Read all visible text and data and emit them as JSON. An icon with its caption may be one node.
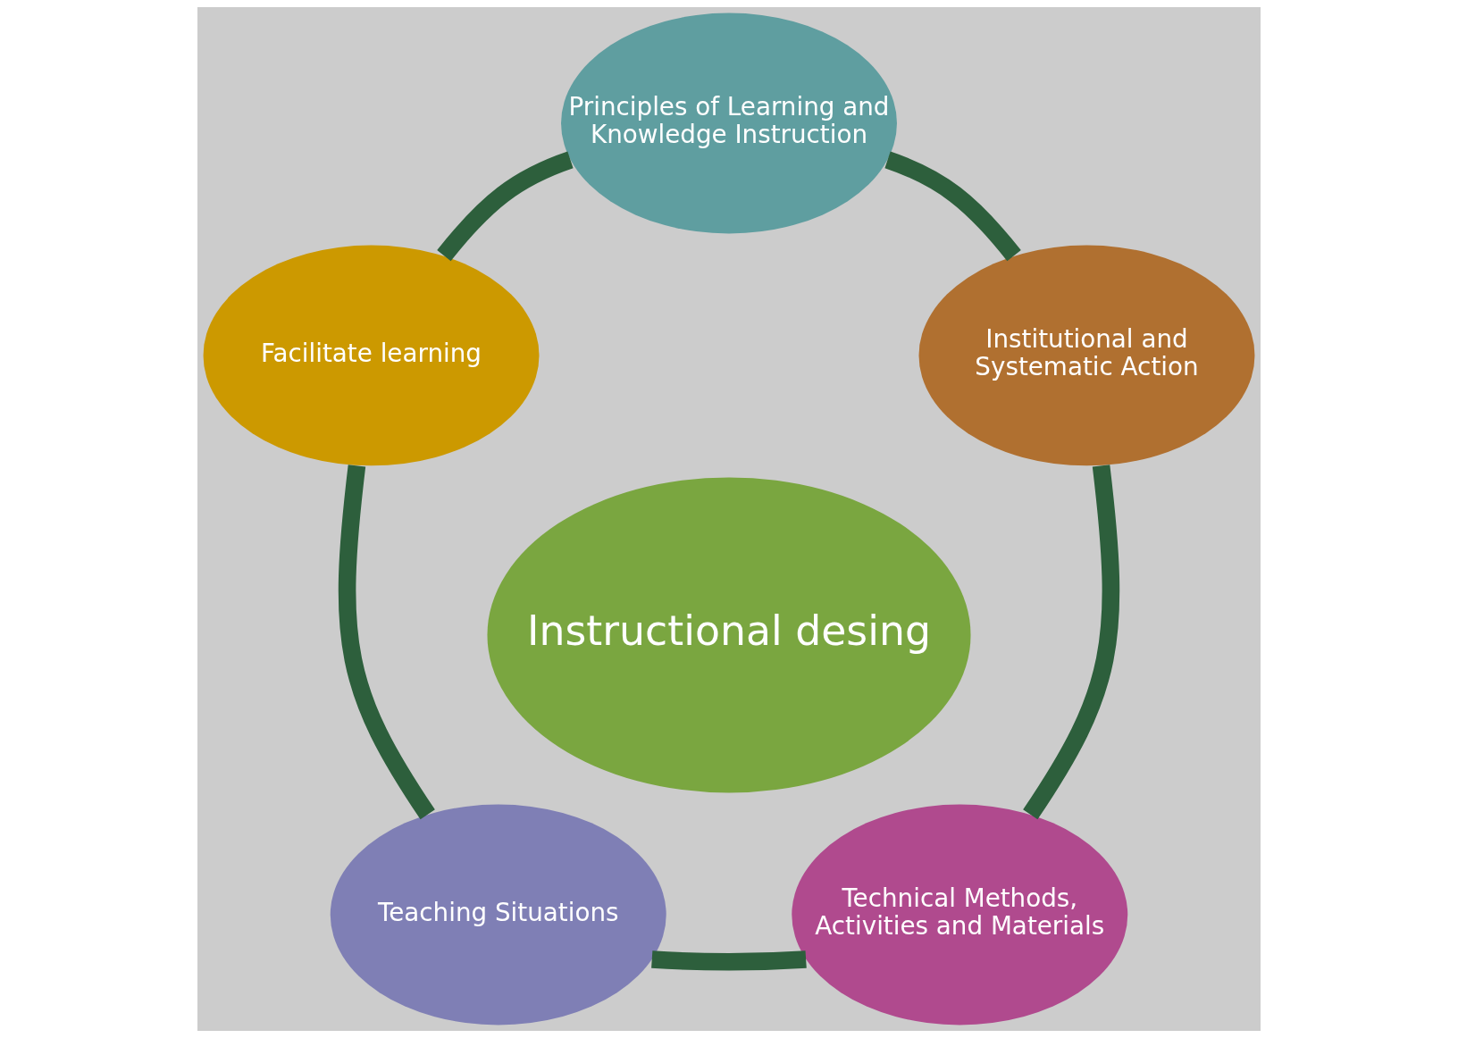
{
  "diagram": {
    "nodes": [
      {
        "text": [
          "Principles of Learning and Knowledge Instruction"
        ]
      },
      {
        "text": [
          "Facilitate learning"
        ]
      },
      {
        "text": [
          "Institutional and Systematic Action"
        ]
      },
      {
        "text": [
          "Instructional desing"
        ]
      },
      {
        "text": [
          "Teaching Situations"
        ]
      },
      {
        "text": [
          "Technical Methods, Activities and Materials"
        ]
      }
    ],
    "edges": [
      {
        "from": 0,
        "to": 2,
        "arrow": "none"
      },
      {
        "from": 2,
        "to": 5,
        "arrow": "none"
      },
      {
        "from": 5,
        "to": 4,
        "arrow": "none"
      },
      {
        "from": 4,
        "to": 1,
        "arrow": "none"
      },
      {
        "from": 1,
        "to": 0,
        "arrow": "none"
      }
    ]
  }
}
